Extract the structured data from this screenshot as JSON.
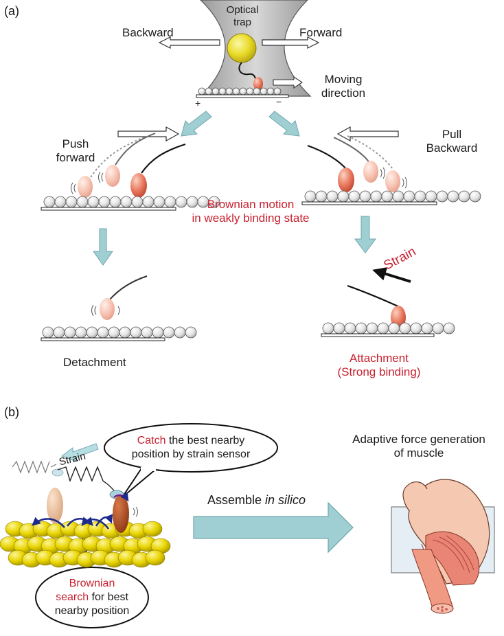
{
  "panels": {
    "a": "(a)",
    "b": "(b)"
  },
  "trap": {
    "line1": "Optical",
    "line2": "trap"
  },
  "directions": {
    "backward": "Backward",
    "forward": "Forward"
  },
  "moving": {
    "line1": "Moving",
    "line2": "direction"
  },
  "polarity": {
    "plus": "+",
    "minus": "−"
  },
  "push": {
    "line1": "Push",
    "line2": "forward"
  },
  "pull": {
    "line1": "Pull",
    "line2": "Backward"
  },
  "brownian": {
    "line1": "Brownian motion",
    "line2": "in weakly binding state"
  },
  "strain_a": "Strain",
  "detachment": "Detachment",
  "attachment": {
    "line1": "Attachment",
    "line2": "(Strong binding)"
  },
  "catch": {
    "red": "Catch",
    "rest": " the best nearby",
    "line2": "position by strain sensor"
  },
  "strain_b": "Strain",
  "assemble": {
    "main": "Assemble ",
    "italic": "in silico"
  },
  "search": {
    "line1": "Brownian",
    "line2_red": "search",
    "line2_rest": " for best",
    "line3": "nearby position"
  },
  "adaptive": {
    "line1": "Adaptive force generation",
    "line2": "of muscle"
  },
  "colors": {
    "accent_red": "#c8202f",
    "arrow_teal": "#9fcfd3",
    "myosin": "#e0664f",
    "actin_yellow": "#e6d200"
  }
}
